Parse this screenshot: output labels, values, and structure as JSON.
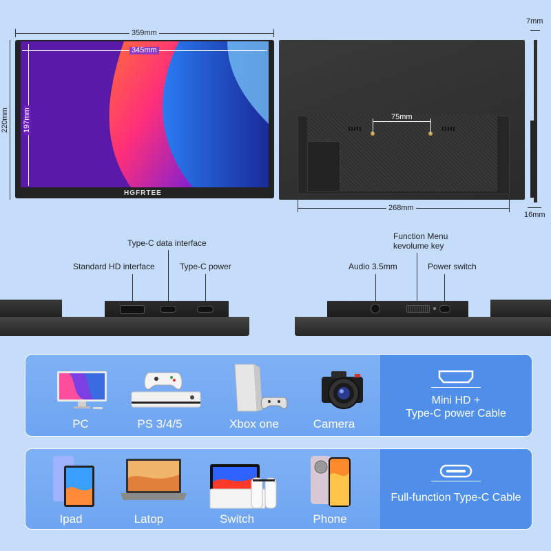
{
  "dimensions": {
    "width_total": "359mm",
    "width_screen": "345mm",
    "height_total": "220mm",
    "height_screen": "197mm",
    "depth_top": "7mm",
    "depth_bottom": "16mm",
    "vesa": "75mm",
    "stand_width": "268mm"
  },
  "brand": "HGFRTEE",
  "ports_left": {
    "type_c_data": "Type-C data interface",
    "standard_hd": "Standard HD interface",
    "type_c_power": "Type-C power"
  },
  "ports_right": {
    "function_menu": "Function Menu",
    "volume_key": "kevolume key",
    "audio": "Audio 3.5mm",
    "power_switch": "Power switch"
  },
  "panel_1": {
    "devices": [
      "PC",
      "PS 3/4/5",
      "Xbox one",
      "Camera"
    ],
    "cable_line_1": "Mini HD +",
    "cable_line_2": "Type-C power Cable"
  },
  "panel_2": {
    "devices": [
      "Ipad",
      "Latop",
      "Switch",
      "Phone"
    ],
    "cable": "Full-function Type-C Cable"
  },
  "colors": {
    "background": "#c5dcfb",
    "panel": "#7fb1f5",
    "panel_right": "#4f8fe9"
  }
}
